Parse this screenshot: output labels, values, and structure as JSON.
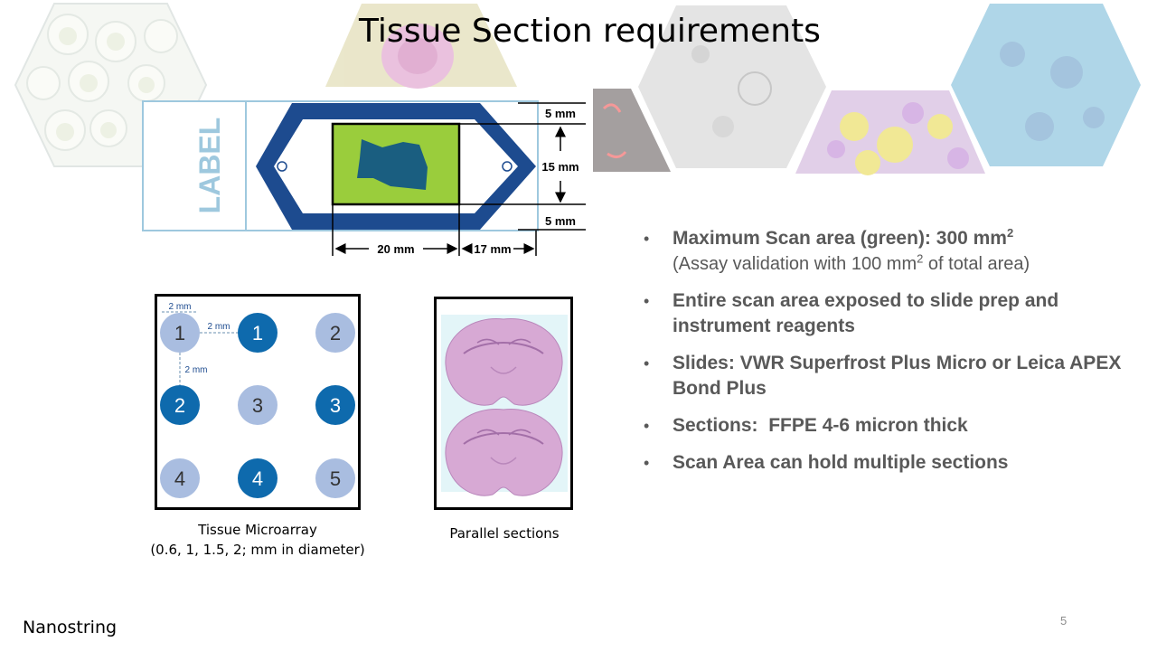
{
  "title": "Tissue Section requirements",
  "slide_diagram": {
    "label": "LABEL",
    "dims": {
      "top_margin": "5 mm",
      "height": "15 mm",
      "bottom_margin": "5 mm",
      "width": "20 mm",
      "side": "17 mm"
    },
    "colors": {
      "frame": "#1d4b8f",
      "scan_area": "#9acd3c",
      "tissue": "#1a5e80",
      "outline": "#9ec8de"
    }
  },
  "tma": {
    "spacing_labels": [
      "2 mm",
      "2 mm",
      "2 mm"
    ],
    "spots": [
      "1",
      "1",
      "2",
      "2",
      "3",
      "3",
      "4",
      "4",
      "5"
    ],
    "colors": {
      "light": "#a9bde0",
      "dark": "#0e6aad"
    },
    "caption_line1": "Tissue Microarray",
    "caption_line2": "(0.6, 1, 1.5, 2; mm in diameter)"
  },
  "parallel": {
    "caption": "Parallel sections"
  },
  "bullets": [
    {
      "main": "Maximum Scan area (green): 300 mm",
      "main_sup": "2",
      "sub_pre": "(Assay validation with 100 mm",
      "sub_sup": "2",
      "sub_post": " of total area)"
    },
    {
      "main": "Entire scan area exposed to slide prep and instrument reagents"
    },
    {
      "main": "Slides: VWR Superfrost Plus Micro or Leica APEX Bond Plus"
    },
    {
      "main": "Sections:  FFPE 4-6 micron thick"
    },
    {
      "main": "Scan Area can hold multiple sections"
    }
  ],
  "footer": "Nanostring",
  "page_number": "5"
}
